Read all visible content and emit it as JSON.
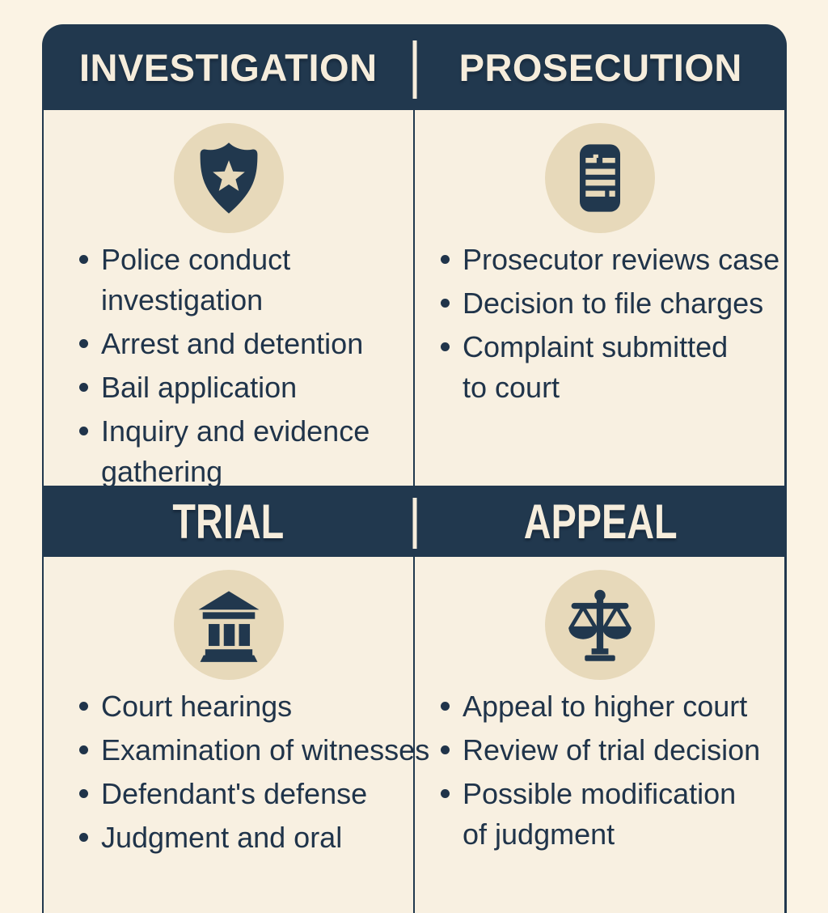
{
  "palette": {
    "navy": "#21384e",
    "page-bg": "#fbf3e4",
    "card-bg": "#f8f0e1",
    "beige": "#e7d9ba",
    "text": "#20344a",
    "title": "#f6eddc",
    "cream-line": "#f6eddc"
  },
  "sections": [
    {
      "id": "investigation",
      "title": "INVESTIGATION",
      "icon": "police-badge-icon",
      "items": [
        "Police conduct investigation",
        "Arrest and detention",
        "Bail application",
        "Inquiry and evidence gathering"
      ]
    },
    {
      "id": "prosecution",
      "title": "PROSECUTION",
      "icon": "document-icon",
      "items": [
        "Prosecutor reviews case",
        "Decision to file charges",
        "Complaint submitted to court"
      ]
    },
    {
      "id": "trial",
      "title": "TRIAL",
      "icon": "courthouse-icon",
      "items": [
        "Court hearings",
        "Examination of witnesses",
        "Defendant's defense",
        "Judgment and oral"
      ]
    },
    {
      "id": "appeal",
      "title": "APPEAL",
      "icon": "scales-of-justice-icon",
      "items": [
        "Appeal to higher court",
        "Review of trial decision",
        "Possible modification of judgment"
      ]
    }
  ]
}
